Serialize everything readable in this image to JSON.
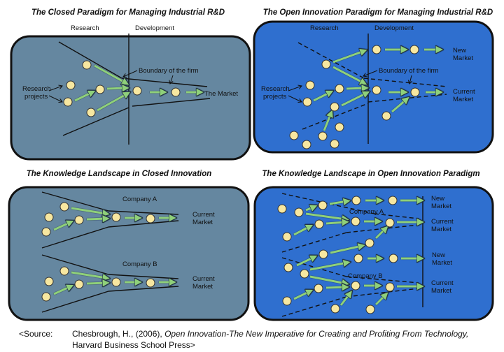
{
  "colors": {
    "closed_panel": "#6587a0",
    "open_panel": "#2f6fcf",
    "node": "#f7e7a0",
    "arrow": "#8fd07a"
  },
  "panels": {
    "closed_rd": {
      "title": "The Closed Paradigm for Managing Industrial R&D",
      "research": "Research",
      "development": "Development",
      "boundary": "Boundary of the firm",
      "market": "The Market",
      "research_projects_1": "Research",
      "research_projects_2": "projects"
    },
    "open_rd": {
      "title": "The Open Innovation Paradigm for Managing Industrial R&D",
      "research": "Research",
      "development": "Development",
      "boundary": "Boundary of the firm",
      "new_market_1": "New",
      "new_market_2": "Market",
      "current_market_1": "Current",
      "current_market_2": "Market",
      "research_projects_1": "Research",
      "research_projects_2": "projects"
    },
    "closed_landscape": {
      "title": "The Knowledge Landscape in Closed Innovation",
      "company_a": "Company A",
      "company_b": "Company B",
      "current_market_1": "Current",
      "current_market_2": "Market"
    },
    "open_landscape": {
      "title": "The Knowledge Landscape in Open Innovation Paradigm",
      "company_a": "Company A",
      "company_b": "Company B",
      "new_market_1": "New",
      "new_market_2": "Market",
      "current_market_1": "Current",
      "current_market_2": "Market"
    }
  },
  "source": {
    "prefix": "<Source:",
    "author": "Chesbrough, H., (2006), ",
    "book": "Open Innovation-The New Imperative for Creating and Profiting From Technology,",
    "publisher": "Harvard Business School Press>"
  }
}
